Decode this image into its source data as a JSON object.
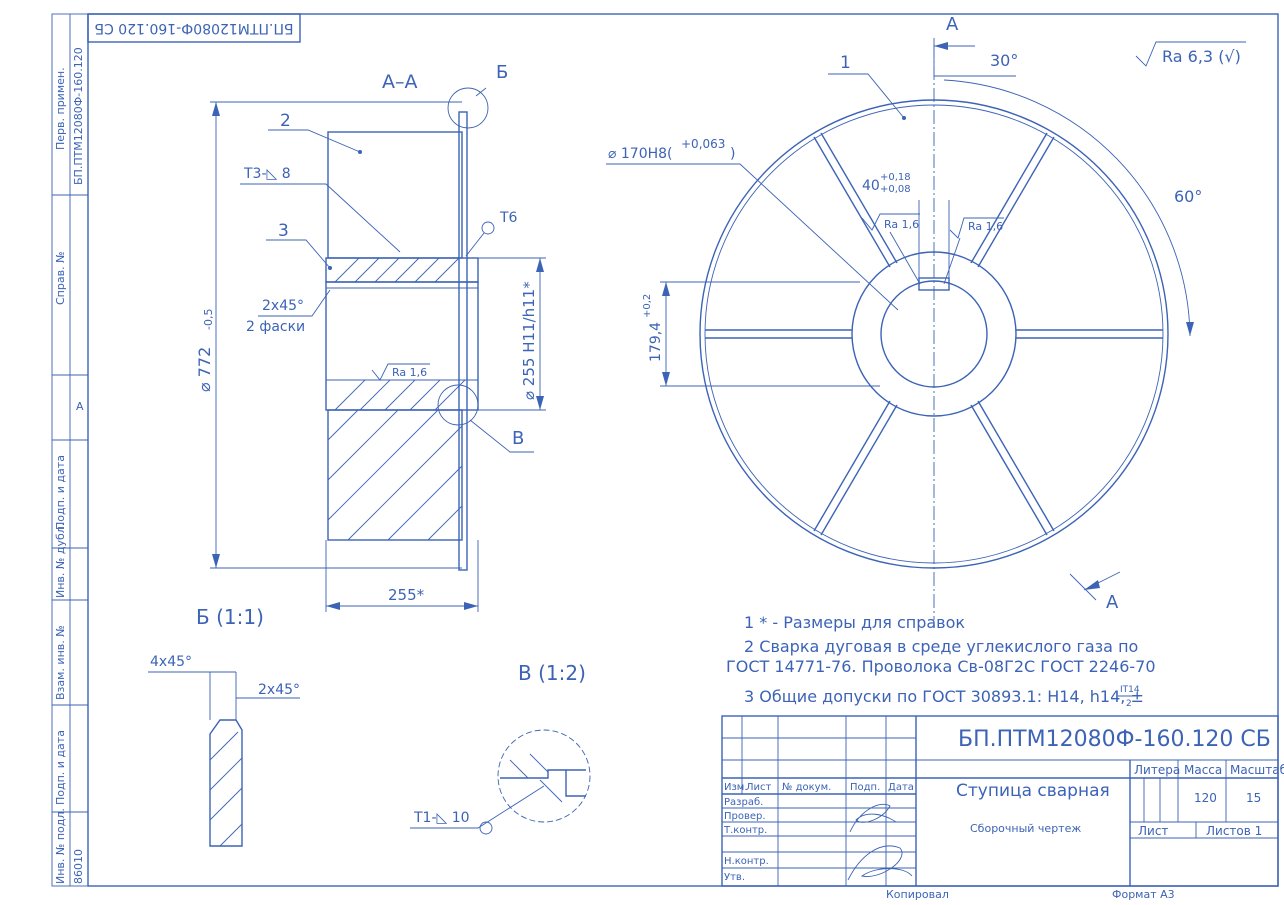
{
  "stamp_top": "БП.ПТМ12080Ф-160.120 СБ",
  "margin": {
    "perv_primen": "Перв. примен.",
    "perv_code": "БП.ПТМ12080Ф-160.120",
    "sprav_no": "Справ. №",
    "letter_a": "А",
    "podp_data_1": "Подп. и дата",
    "inv_dubl": "Инв. № дубл.",
    "vzam_inv": "Взам. инв. №",
    "podp_data_2": "Подп. и дата",
    "inv_podl": "Инв. № подл.",
    "inv_podl_no": "86010"
  },
  "section_aa": {
    "title": "А–А",
    "callout_b": "Б",
    "callout_v": "В",
    "pos2": "2",
    "pos3": "3",
    "weld_t3": "Т3-◺ 8",
    "weld_t6": "Т6",
    "chamfer": "2x45°",
    "chamfer_note": "2 фаски",
    "dia_772": "⌀ 772",
    "dia_772_tol": "-0,5",
    "dia_255": "⌀ 255 H11/h11*",
    "rough_16": "Ra 1,6",
    "width_255": "255*"
  },
  "front_view": {
    "cut_label_top": "А",
    "cut_label_bottom": "А",
    "angle_30": "30°",
    "angle_60": "60°",
    "pos1": "1",
    "bore": "⌀ 170H8(",
    "bore_tol": "+0,063",
    "bore_close": ")",
    "keyway": "40",
    "keyway_tol_up": "+0,18",
    "keyway_tol_low": "+0,08",
    "rough_a": "Ra 1,6",
    "rough_b": "Ra 1,6",
    "dim_179": "179,4",
    "dim_179_tol": "+0,2"
  },
  "roughness_general": "Ra 6,3 (√)",
  "detail_b": {
    "title": "Б (1:1)",
    "chamfer1": "4x45°",
    "chamfer2": "2x45°"
  },
  "detail_v": {
    "title": "В (1:2)",
    "weld_t1": "Т1-◺ 10"
  },
  "notes": {
    "n1": "1  * - Размеры для справок",
    "n2a": "2  Сварка дуговая в среде углекислого газа по",
    "n2b": "ГОСТ 14771-76. Проволока Св-08Г2С ГОСТ 2246-70",
    "n3": "3  Общие допуски по ГОСТ 30893.1: H14, h14, ±",
    "n3_frac_top": "IT14",
    "n3_frac_bot": "2"
  },
  "title_block": {
    "designation": "БП.ПТМ12080Ф-160.120 СБ",
    "name": "Ступица сварная",
    "doc_type": "Сборочный чертеж",
    "col_litera": "Литера",
    "col_massa": "Масса",
    "col_masshtab": "Масштаб",
    "massa": "120",
    "masshtab": "15",
    "list": "Лист",
    "listov": "Листов 1",
    "izm": "Изм.",
    "list_col": "Лист",
    "n_dokum": "№ докум.",
    "podp": "Подп.",
    "data": "Дата",
    "razrab": "Разраб.",
    "prover": "Провер.",
    "t_kontr": "Т.контр.",
    "n_kontr": "Н.контр.",
    "utv": "Утв."
  },
  "footer": {
    "kopiroval": "Копировал",
    "format": "Формат А3"
  }
}
